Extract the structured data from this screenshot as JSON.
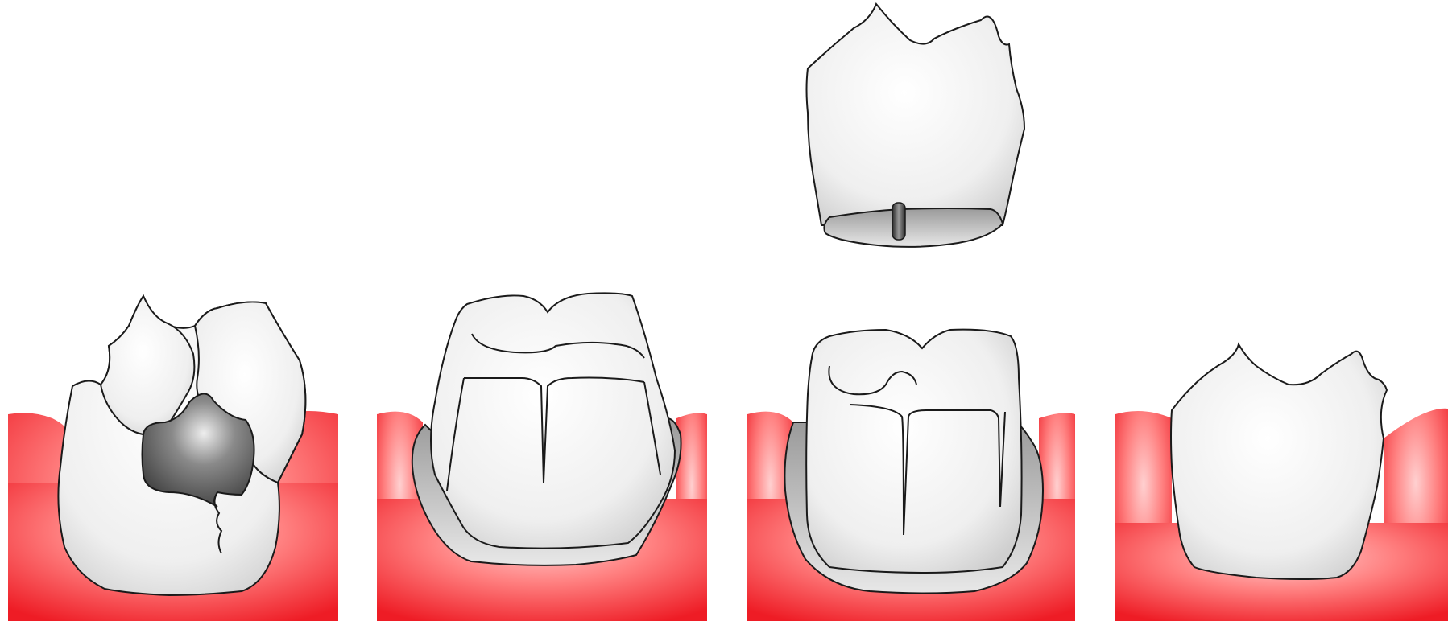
{
  "diagram": {
    "panels": [
      {
        "id": "damaged-tooth",
        "gum": "gum-tissue",
        "tooth": "tooth-with-cavity-and-crack"
      },
      {
        "id": "prepared-tooth",
        "gum": "gum-tissue",
        "tooth": "prepared-tooth-stump"
      },
      {
        "id": "crown-placement",
        "gum": "gum-tissue",
        "tooth": "prepared-tooth-stump",
        "overlay": "dental-crown-being-lowered"
      },
      {
        "id": "crowned-tooth",
        "gum": "gum-tissue",
        "tooth": "final-crowned-tooth"
      }
    ],
    "colors": {
      "gum": "#ee1c25",
      "gum_light": "#ff9a9a",
      "enamel": "#f3f3f3",
      "enamel_shadow": "#c8c8c8",
      "decay": "#5a5a5a",
      "outline": "#1a1a1a"
    }
  }
}
